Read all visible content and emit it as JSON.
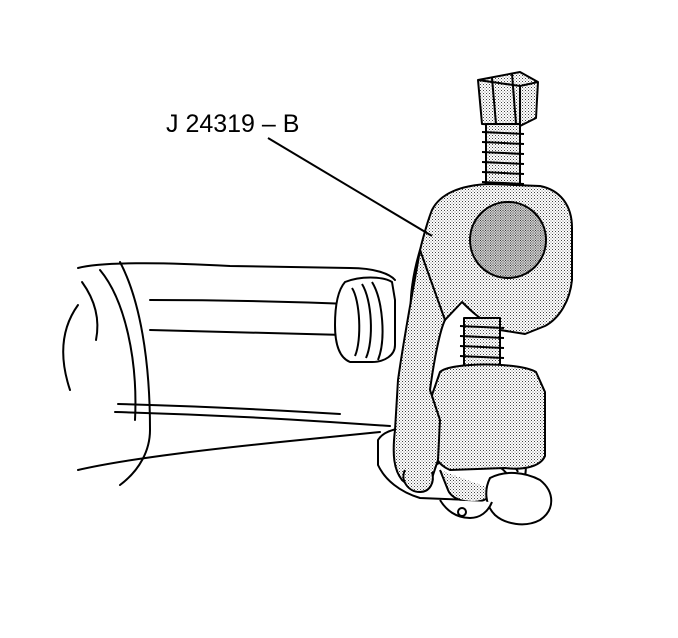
{
  "figure": {
    "callout_label": "J 24319 – B",
    "components": {
      "tool": "tie-rod-end-puller",
      "part": "steering-knuckle-arm",
      "joint": "tie-rod-ball-joint",
      "adjuster": "tie-rod-adjuster-sleeve"
    }
  }
}
